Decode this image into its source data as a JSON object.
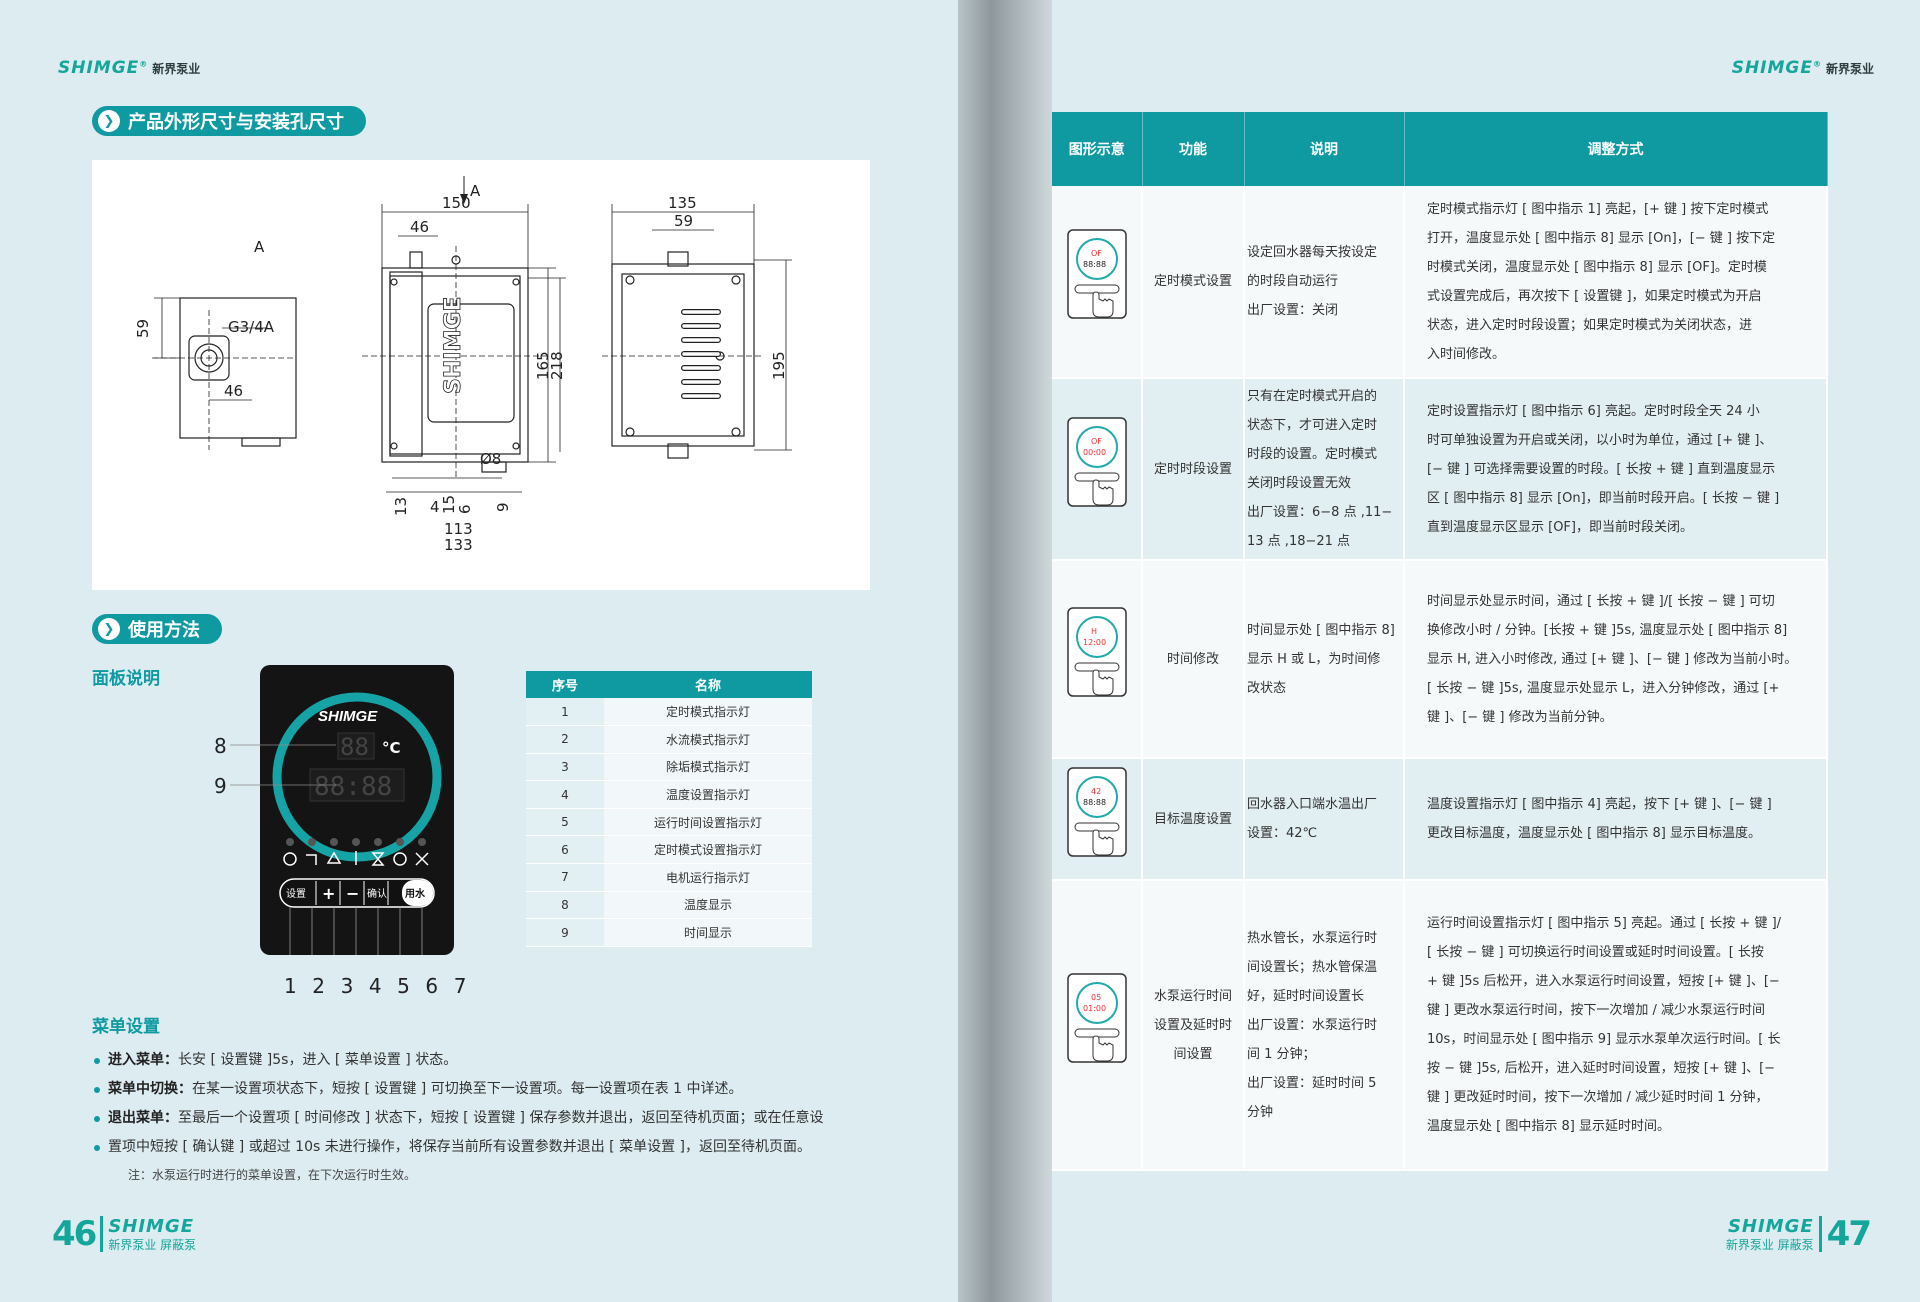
{
  "brand": {
    "en": "SHIMGE",
    "cn": "新界泵业",
    "footer_cn": "新界泵业 屏蔽泵"
  },
  "left": {
    "section1_title": "产品外形尺寸与安装孔尺寸",
    "drawing": {
      "view_a_label": "A",
      "arrow_label": "A",
      "thread": "G3/4A",
      "dims": {
        "d59": "59",
        "d46a": "46",
        "d46b": "46",
        "d150": "150",
        "d165": "165",
        "d218": "218",
        "d8": "Ø8",
        "d13": "13",
        "d4": "4",
        "d15": "15",
        "d6": "6",
        "d9": "9",
        "d113": "113",
        "d133": "133",
        "d135": "135",
        "d59b": "59",
        "d195": "195"
      },
      "logo": "SHIMGE"
    },
    "section2_title": "使用方法",
    "panel_heading": "面板说明",
    "panel": {
      "brand": "SHIMGE",
      "temp": "88",
      "unit": "°C",
      "time": "88:88",
      "buttons": [
        "设置",
        "+",
        "−",
        "确认",
        "用水"
      ],
      "callouts_left": [
        "8",
        "9"
      ],
      "bottom_numbers": "1 2 3 4 5 6 7"
    },
    "name_table": {
      "headers": [
        "序号",
        "名称"
      ],
      "rows": [
        [
          "1",
          "定时模式指示灯"
        ],
        [
          "2",
          "水流模式指示灯"
        ],
        [
          "3",
          "除垢模式指示灯"
        ],
        [
          "4",
          "温度设置指示灯"
        ],
        [
          "5",
          "运行时间设置指示灯"
        ],
        [
          "6",
          "定时模式设置指示灯"
        ],
        [
          "7",
          "电机运行指示灯"
        ],
        [
          "8",
          "温度显示"
        ],
        [
          "9",
          "时间显示"
        ]
      ]
    },
    "menu_heading": "菜单设置",
    "menu_items": [
      {
        "bold": "进入菜单：",
        "text": "长安 [ 设置键 ]5s，进入 [ 菜单设置 ] 状态。"
      },
      {
        "bold": "菜单中切换：",
        "text": "在某一设置项状态下，短按 [ 设置键 ] 可切换至下一设置项。每一设置项在表 1 中详述。"
      },
      {
        "bold": "退出菜单：",
        "text": "至最后一个设置项 [ 时间修改 ] 状态下，短按 [ 设置键 ] 保存参数并退出，返回至待机页面；或在任意设"
      },
      {
        "bold": "",
        "text": "置项中短按 [ 确认键 ] 或超过 10s 未进行操作，将保存当前所有设置参数并退出 [ 菜单设置 ]，返回至待机页面。"
      }
    ],
    "note": "注：水泵运行时进行的菜单设置，在下次运行时生效。",
    "page_number": "46"
  },
  "right": {
    "table": {
      "headers": [
        "图形示意",
        "功能",
        "说明",
        "调整方式"
      ],
      "rows": [
        {
          "function": "定时模式设置",
          "desc": [
            "设定回水器每天按设定",
            "的时段自动运行",
            "出厂设置：关闭"
          ],
          "adjust": [
            "定时模式指示灯 [ 图中指示 1] 亮起，[+ 键 ] 按下定时模式",
            "打开，温度显示处 [ 图中指示 8] 显示 [On]，[− 键 ] 按下定",
            "时模式关闭，温度显示处 [ 图中指示 8] 显示 [OF]。定时模",
            "式设置完成后，再次按下 [ 设置键 ]，如果定时模式为开启",
            "状态，进入定时时段设置；如果定时模式为关闭状态，进",
            "入时间修改。"
          ],
          "screen": [
            "OF",
            "88:88"
          ]
        },
        {
          "function": "定时时段设置",
          "desc": [
            "只有在定时模式开启的",
            "状态下，才可进入定时",
            "时段的设置。定时模式",
            "关闭时段设置无效",
            "出厂设置：6−8 点 ,11−",
            "13 点 ,18−21 点"
          ],
          "adjust": [
            "定时设置指示灯 [ 图中指示 6] 亮起。定时时段全天 24 小",
            "时可单独设置为开启或关闭，以小时为单位，通过 [+ 键 ]、",
            "[− 键 ] 可选择需要设置的时段。[ 长按 + 键 ] 直到温度显示",
            "区 [ 图中指示 8] 显示 [On]，即当前时段开启。[ 长按 − 键 ]",
            "直到温度显示区显示 [OF]，即当前时段关闭。"
          ],
          "screen": [
            "OF",
            "00:00"
          ]
        },
        {
          "function": "时间修改",
          "desc": [
            "时间显示处 [ 图中指示 8]",
            "显示 H 或 L，为时间修",
            "改状态"
          ],
          "adjust": [
            "时间显示处显示时间，通过 [ 长按 + 键 ]/[ 长按 − 键 ] 可切",
            "换修改小时 / 分钟。[长按 + 键 ]5s, 温度显示处 [ 图中指示 8]",
            "显示 H, 进入小时修改, 通过 [+ 键 ]、[− 键 ] 修改为当前小时。",
            "[ 长按 − 键 ]5s, 温度显示处显示 L，进入分钟修改，通过 [+",
            "键 ]、[− 键 ] 修改为当前分钟。"
          ],
          "screen": [
            "H",
            "12:00"
          ]
        },
        {
          "function": "目标温度设置",
          "desc": [
            "回水器入口端水温出厂",
            "设置：42℃"
          ],
          "adjust": [
            "温度设置指示灯 [ 图中指示 4] 亮起，按下 [+ 键 ]、[− 键 ]",
            "更改目标温度，温度显示处 [ 图中指示 8] 显示目标温度。"
          ],
          "screen": [
            "42",
            "88:88"
          ]
        },
        {
          "function": "水泵运行时间设置及延时时间设置",
          "function_lines": [
            "水泵运行时间",
            "设置及延时时",
            "间设置"
          ],
          "desc": [
            "热水管长，水泵运行时",
            "间设置长；热水管保温",
            "好，延时时间设置长",
            "出厂设置：水泵运行时",
            "间 1 分钟；",
            "出厂设置：延时时间 5",
            "分钟"
          ],
          "adjust": [
            "运行时间设置指示灯 [ 图中指示 5] 亮起。通过 [ 长按 + 键 ]/",
            "[ 长按 − 键 ] 可切换运行时间设置或延时时间设置。[ 长按",
            "+ 键 ]5s 后松开，进入水泵运行时间设置，短按 [+ 键 ]、[−",
            "键 ] 更改水泵运行时间，按下一次增加 / 减少水泵运行时间",
            "10s，时间显示处 [ 图中指示 9] 显示水泵单次运行时间。[ 长",
            "按 − 键 ]5s, 后松开，进入延时时间设置，短按 [+ 键 ]、[−",
            "键 ] 更改延时时间，按下一次增加 / 减少延时时间 1 分钟，",
            "温度显示处 [ 图中指示 8] 显示延时时间。"
          ],
          "screen": [
            "05",
            "01:00"
          ]
        }
      ]
    },
    "page_number": "47"
  },
  "colors": {
    "accent": "#0f9aa2",
    "brand": "#14a59b",
    "bg": "#dcecf0"
  }
}
